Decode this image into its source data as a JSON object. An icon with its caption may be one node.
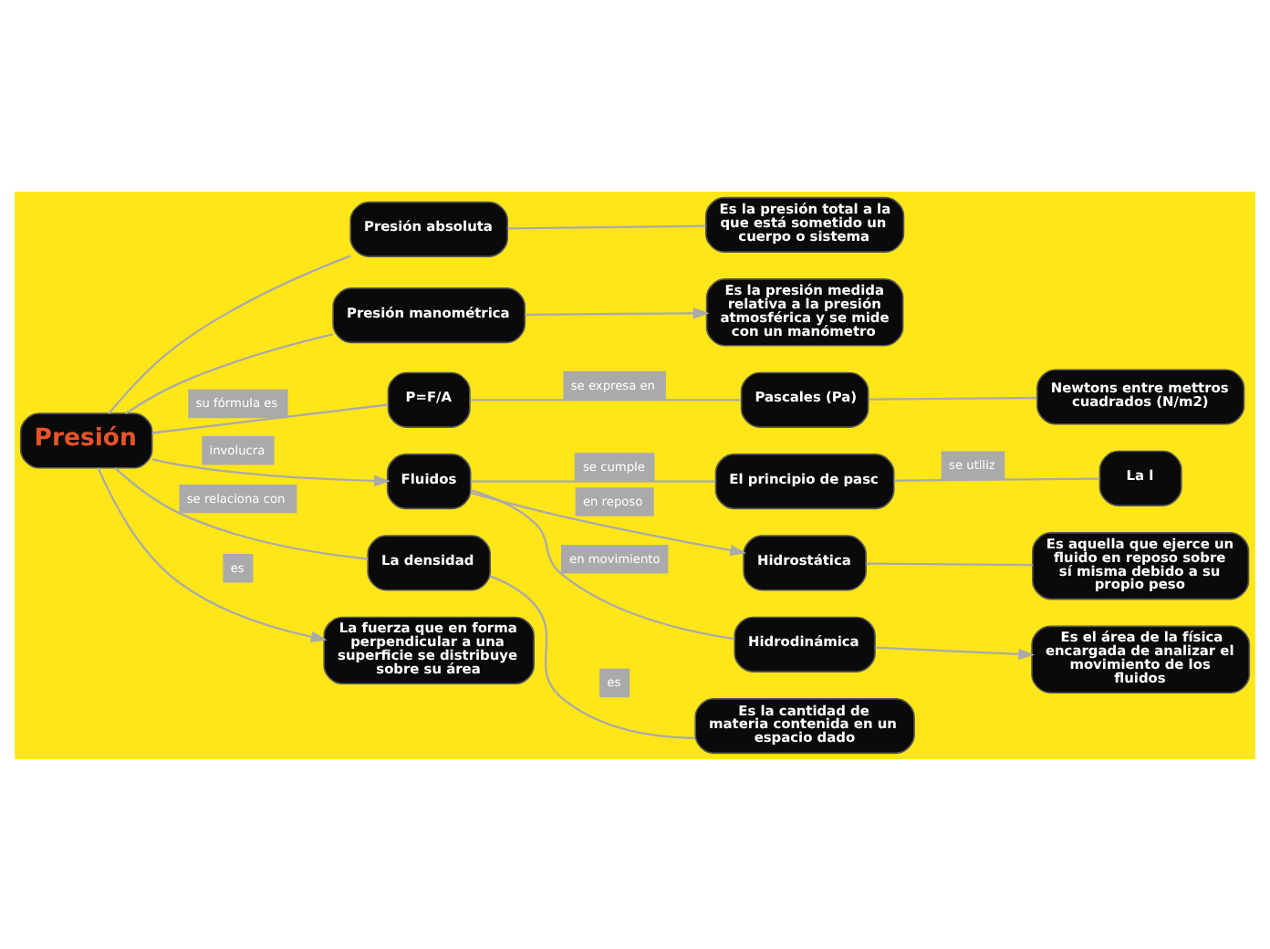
{
  "diagram": {
    "nodes": [
      {
        "text": [
          "Presión"
        ]
      },
      {
        "text": [
          "Es la presión total a la que está sometido un cuerpo o sistema"
        ]
      },
      {
        "text": [
          "Presión absoluta"
        ]
      },
      {
        "text": [
          "Es la presión medida relativa a la presión atmosférica y se mide con un manómetro"
        ]
      },
      {
        "text": [
          "Presión manométrica"
        ]
      },
      {
        "text": [
          "Newtons entre mettros cuadrados (N/m2)"
        ]
      },
      {
        "text": [
          "Pascales (Pa)"
        ]
      },
      {
        "text": [
          "P=F/A"
        ]
      },
      {
        "text": [
          "La l"
        ]
      },
      {
        "text": [
          "Fluidos"
        ]
      },
      {
        "text": [
          "El principio de pasc"
        ]
      },
      {
        "text": [
          "La densidad"
        ]
      },
      {
        "text": [
          "La fuerza que en forma perpendicular a una superficie se distribuye sobre su área"
        ]
      },
      {
        "text": [
          "Hidrostática"
        ]
      },
      {
        "text": [
          "Hidrodinámica"
        ]
      },
      {
        "text": [
          "Es la cantidad de materia contenida en un espacio dado"
        ]
      },
      {
        "text": [
          "Es aquella que ejerce un fluido en reposo sobre sí misma debido a su propio peso"
        ]
      },
      {
        "text": [
          "Es el área de la física encargada de analizar el movimiento de los fluidos"
        ]
      }
    ],
    "edges": [
      {
        "from": 0,
        "to": 2,
        "arrow": "none"
      },
      {
        "from": 2,
        "to": 1,
        "arrow": "none"
      },
      {
        "from": 0,
        "to": 4,
        "arrow": "none"
      },
      {
        "from": 4,
        "to": 3,
        "arrow": "to"
      },
      {
        "from": 0,
        "to": 7,
        "arrow": "none",
        "label": "su fórmula es"
      },
      {
        "from": 7,
        "to": 6,
        "arrow": "none",
        "label": "se expresa en"
      },
      {
        "from": 6,
        "to": 5,
        "arrow": "none"
      },
      {
        "from": 0,
        "to": 9,
        "arrow": "to",
        "label": "involucra"
      },
      {
        "from": 0,
        "to": 12,
        "arrow": "to",
        "label": "es"
      },
      {
        "from": 0,
        "to": 11,
        "arrow": "none",
        "label": "se relaciona con"
      },
      {
        "from": 11,
        "to": 15,
        "arrow": "none",
        "label": "es"
      },
      {
        "from": 9,
        "to": 10,
        "arrow": "none",
        "label": "se cumple"
      },
      {
        "from": 10,
        "to": 8,
        "arrow": "none",
        "label": "se utiliz"
      },
      {
        "from": 9,
        "to": 13,
        "arrow": "to",
        "label": "en reposo"
      },
      {
        "from": 13,
        "to": 16,
        "arrow": "none"
      },
      {
        "from": 9,
        "to": 14,
        "arrow": "none",
        "label": "en movimiento"
      },
      {
        "from": 14,
        "to": 17,
        "arrow": "to"
      }
    ]
  }
}
